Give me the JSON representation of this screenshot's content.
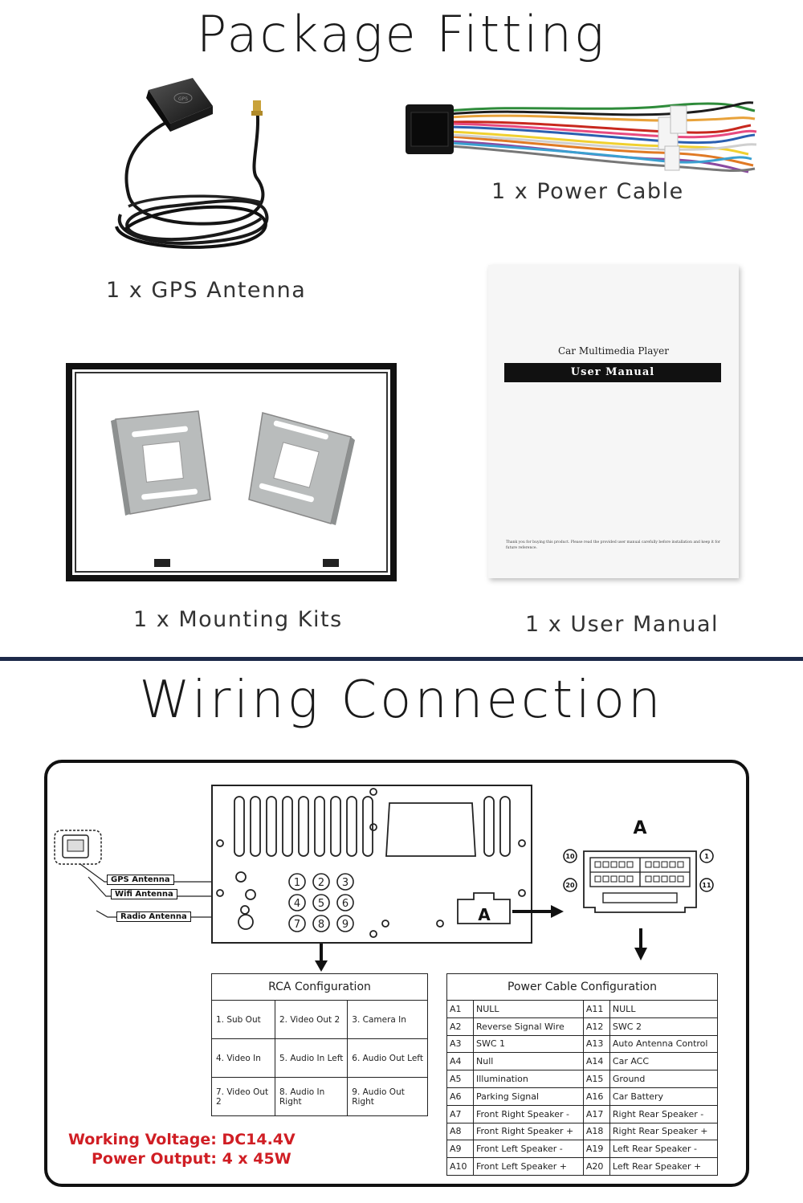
{
  "package": {
    "title": "Package Fitting",
    "items": [
      {
        "caption": "1 x GPS Antenna"
      },
      {
        "caption": "1 x Power Cable"
      },
      {
        "caption": "1 x Mounting Kits"
      },
      {
        "caption": "1 x User Manual"
      }
    ],
    "manual": {
      "subtitle": "Car Multimedia Player",
      "title": "User Manual",
      "note": "Thank you for buying this product. Please read the provided user manual carefully before installation and keep it for future reference."
    },
    "gps_label": "GPS"
  },
  "wiring": {
    "title": "Wiring Connection",
    "antennas": [
      "GPS Antenna",
      "Wifi Antenna",
      "Radio Antenna"
    ],
    "connector_label": "A",
    "connector_pins": [
      "10",
      "1",
      "20",
      "11"
    ],
    "rca_ports": [
      "1",
      "2",
      "3",
      "4",
      "5",
      "6",
      "7",
      "8",
      "9"
    ],
    "rca": {
      "title": "RCA Configuration",
      "rows": [
        [
          "1. Sub Out",
          "2. Video Out 2",
          "3. Camera In"
        ],
        [
          "4. Video In",
          "5. Audio In Left",
          "6. Audio Out Left"
        ],
        [
          "7. Video Out 2",
          "8. Audio In Right",
          "9. Audio Out Right"
        ]
      ]
    },
    "power": {
      "title": "Power Cable Configuration",
      "rows": [
        [
          "A1",
          "NULL",
          "A11",
          "NULL"
        ],
        [
          "A2",
          "Reverse Signal Wire",
          "A12",
          "SWC 2"
        ],
        [
          "A3",
          "SWC 1",
          "A13",
          "Auto Antenna Control"
        ],
        [
          "A4",
          "Null",
          "A14",
          "Car ACC"
        ],
        [
          "A5",
          "Illumination",
          "A15",
          "Ground"
        ],
        [
          "A6",
          "Parking Signal",
          "A16",
          "Car Battery"
        ],
        [
          "A7",
          "Front Right Speaker -",
          "A17",
          "Right Rear Speaker -"
        ],
        [
          "A8",
          "Front Right Speaker +",
          "A18",
          "Right Rear Speaker +"
        ],
        [
          "A9",
          "Front Left Speaker -",
          "A19",
          "Left Rear Speaker -"
        ],
        [
          "A10",
          "Front Left Speaker +",
          "A20",
          "Left Rear Speaker +"
        ]
      ]
    },
    "voltage": "Working Voltage: DC14.4V",
    "output": "Power Output: 4 x 45W"
  },
  "colors": {
    "divider": "#1d2a4a",
    "spec_red": "#d01e24"
  }
}
